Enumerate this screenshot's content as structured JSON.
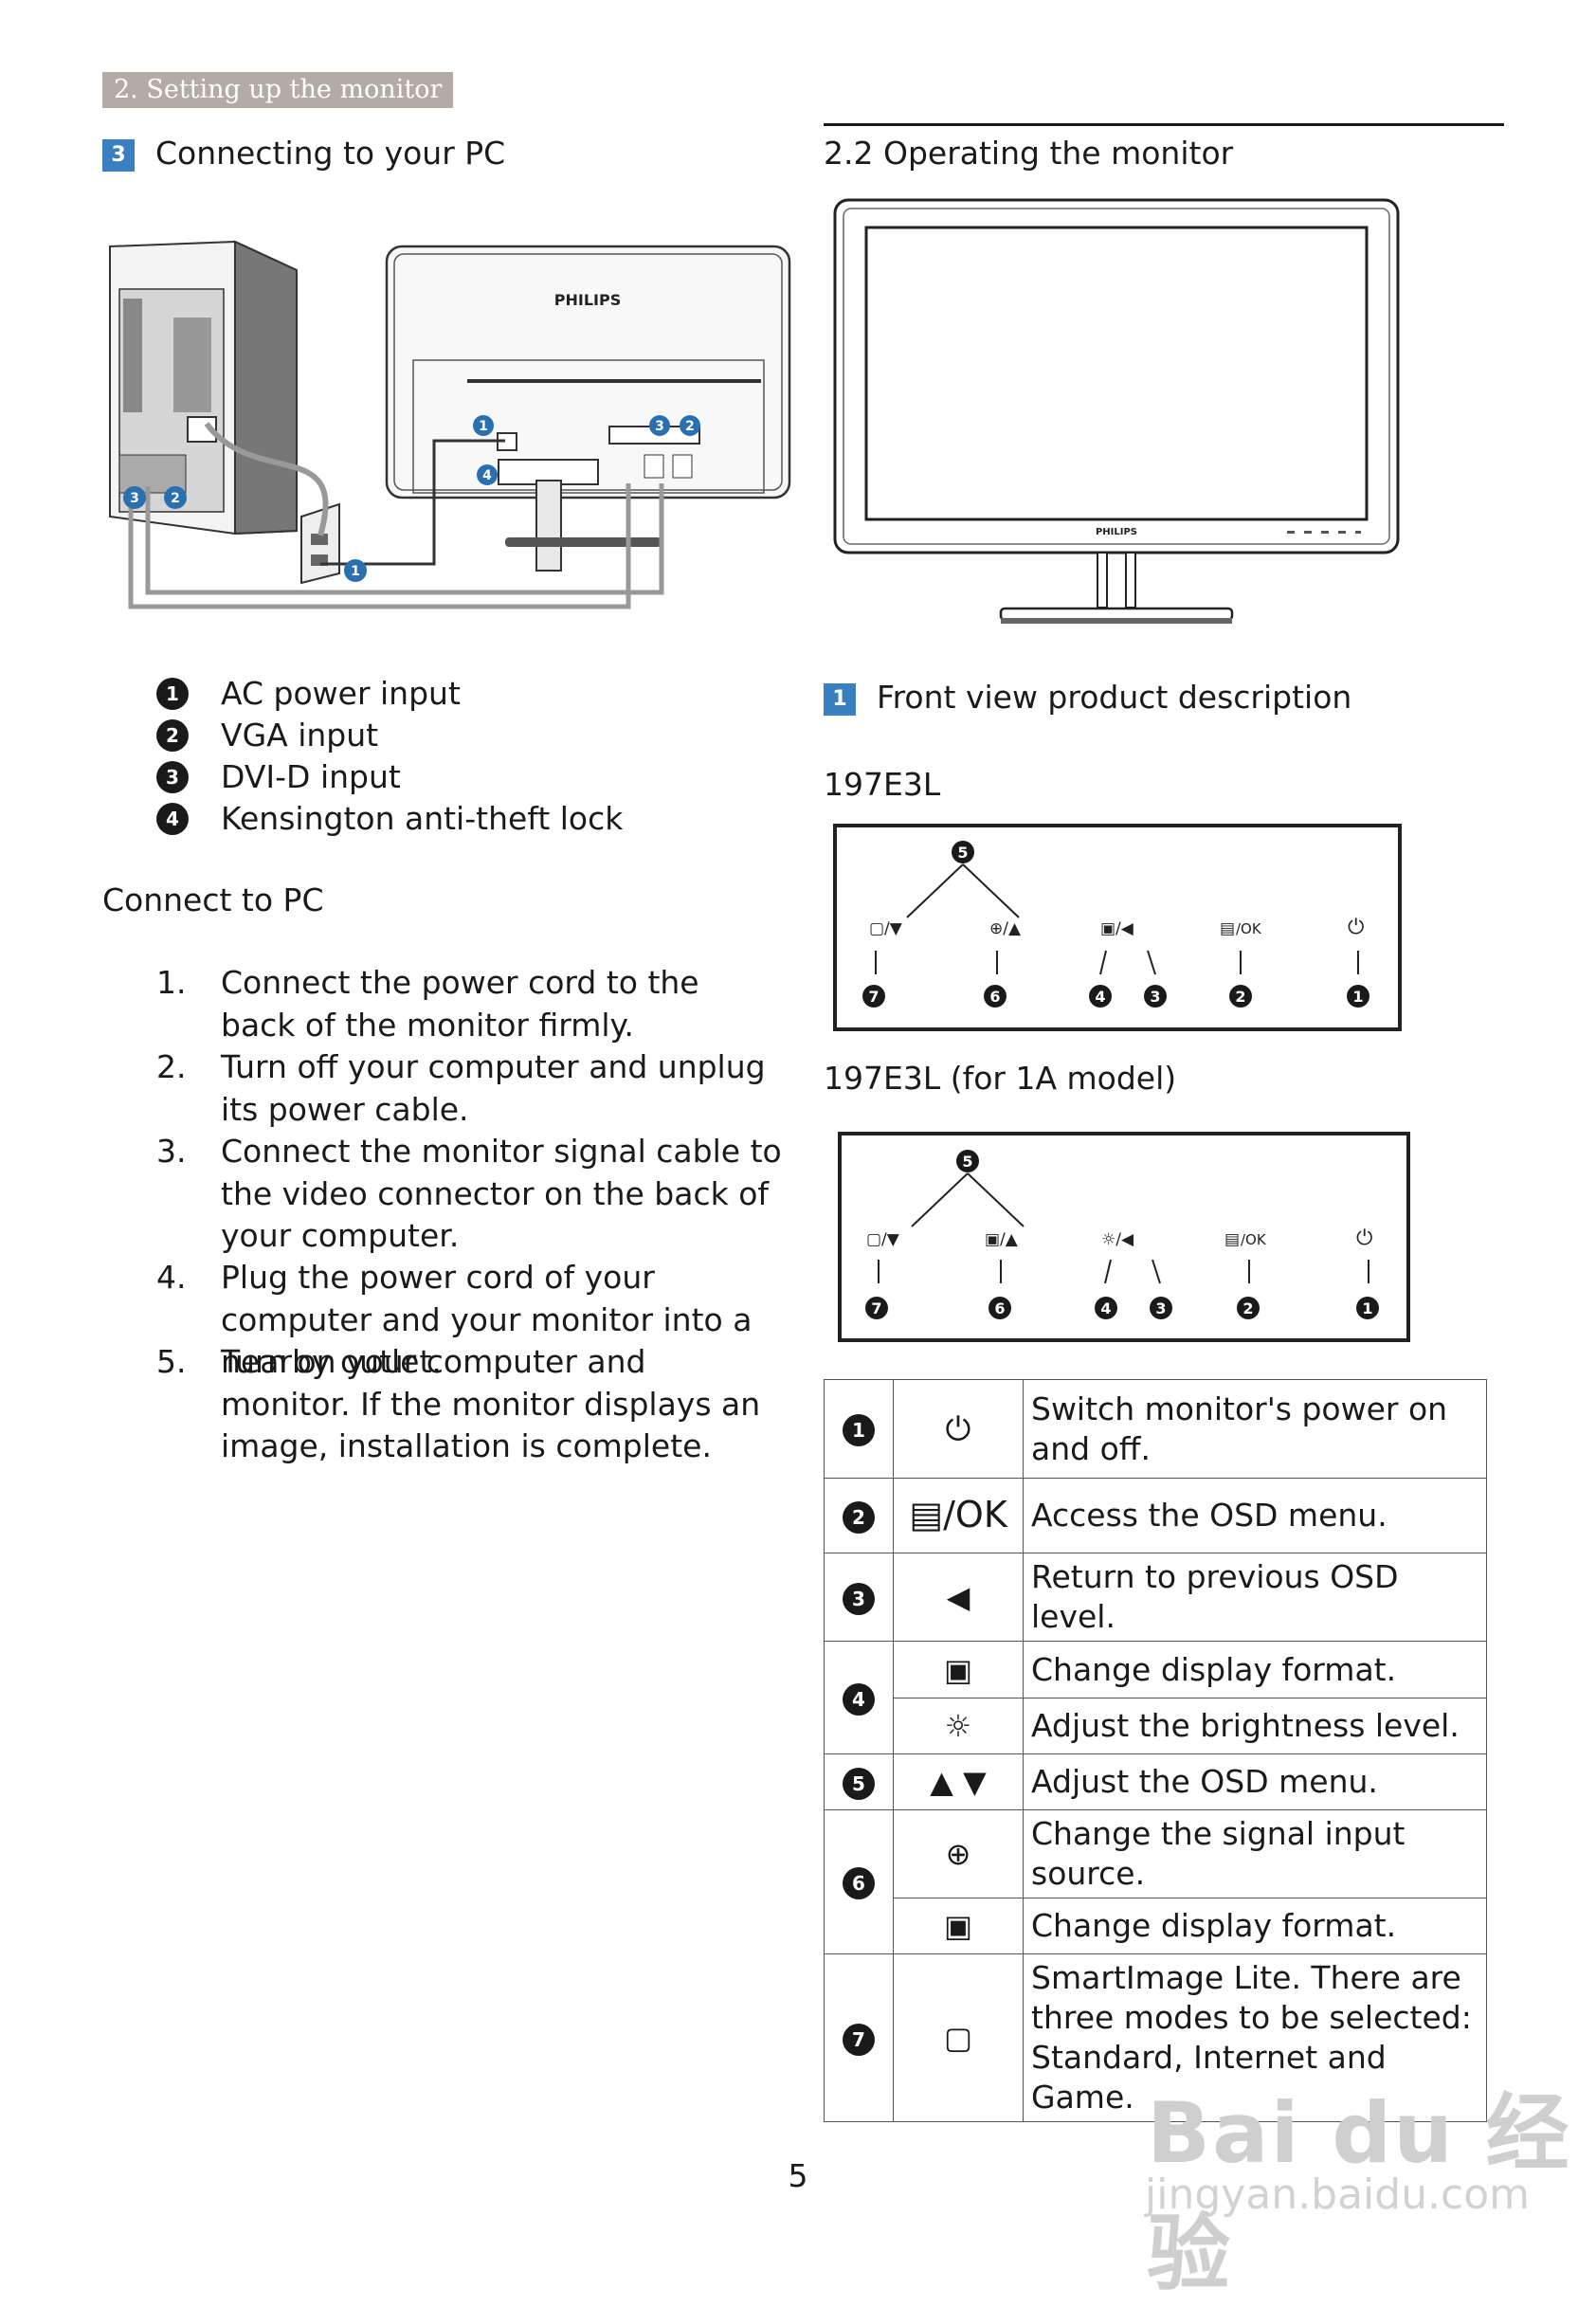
{
  "breadcrumb": "2. Setting up the monitor",
  "left": {
    "section_number": "3",
    "section_title": "Connecting to your PC",
    "brand": "PHILIPS",
    "callouts": [
      "1",
      "2",
      "3",
      "4"
    ],
    "legend": [
      {
        "num": "1",
        "label": "AC power input"
      },
      {
        "num": "2",
        "label": "VGA input"
      },
      {
        "num": "3",
        "label": "DVI-D input"
      },
      {
        "num": "4",
        "label": "Kensington anti-theft lock"
      }
    ],
    "connect_heading": "Connect to PC",
    "steps": [
      {
        "num": "1.",
        "text": "Connect the power cord to the back of the monitor firmly."
      },
      {
        "num": "2.",
        "text": "Turn off your computer and unplug its power cable."
      },
      {
        "num": "3.",
        "text": "Connect the monitor signal cable to the video connector on the back of your computer."
      },
      {
        "num": "4.",
        "text": "Plug the power cord of your computer and your monitor into a nearby outlet."
      },
      {
        "num": "5.",
        "text": "Turn on your computer and monitor. If the monitor displays an image, installation is complete."
      }
    ]
  },
  "right": {
    "section_title": "2.2 Operating the monitor",
    "front_brand": "PHILIPS",
    "front_view_number": "1",
    "front_view_title": "Front view product description",
    "model1": "197E3L",
    "model2": "197E3L (for 1A model)",
    "panel_numbers": [
      "5",
      "7",
      "6",
      "4",
      "3",
      "2",
      "1"
    ],
    "ok_label": "/OK",
    "table": [
      {
        "num": "1",
        "icon": "power-icon",
        "text": "Switch monitor's power on and off."
      },
      {
        "num": "2",
        "icon": "menu-ok-icon",
        "text": "Access the OSD menu."
      },
      {
        "num": "3",
        "icon": "left-arrow-icon",
        "text": "Return to previous OSD level."
      },
      {
        "num": "4",
        "icon": "display-format-icon",
        "text": "Change display format."
      },
      {
        "num": "",
        "icon": "brightness-icon",
        "text": "Adjust the brightness level."
      },
      {
        "num": "5",
        "icon": "up-down-arrows-icon",
        "text": "Adjust the OSD menu."
      },
      {
        "num": "6",
        "icon": "input-source-icon",
        "text": "Change the signal input source."
      },
      {
        "num": "",
        "icon": "display-format-icon",
        "text": "Change display format."
      },
      {
        "num": "7",
        "icon": "smartimage-icon",
        "text": "SmartImage Lite. There are three modes to be selected: Standard, Internet and Game."
      }
    ]
  },
  "page_number": "5",
  "watermark": {
    "logo": "Bai du 经验",
    "url": "jingyan.baidu.com"
  }
}
